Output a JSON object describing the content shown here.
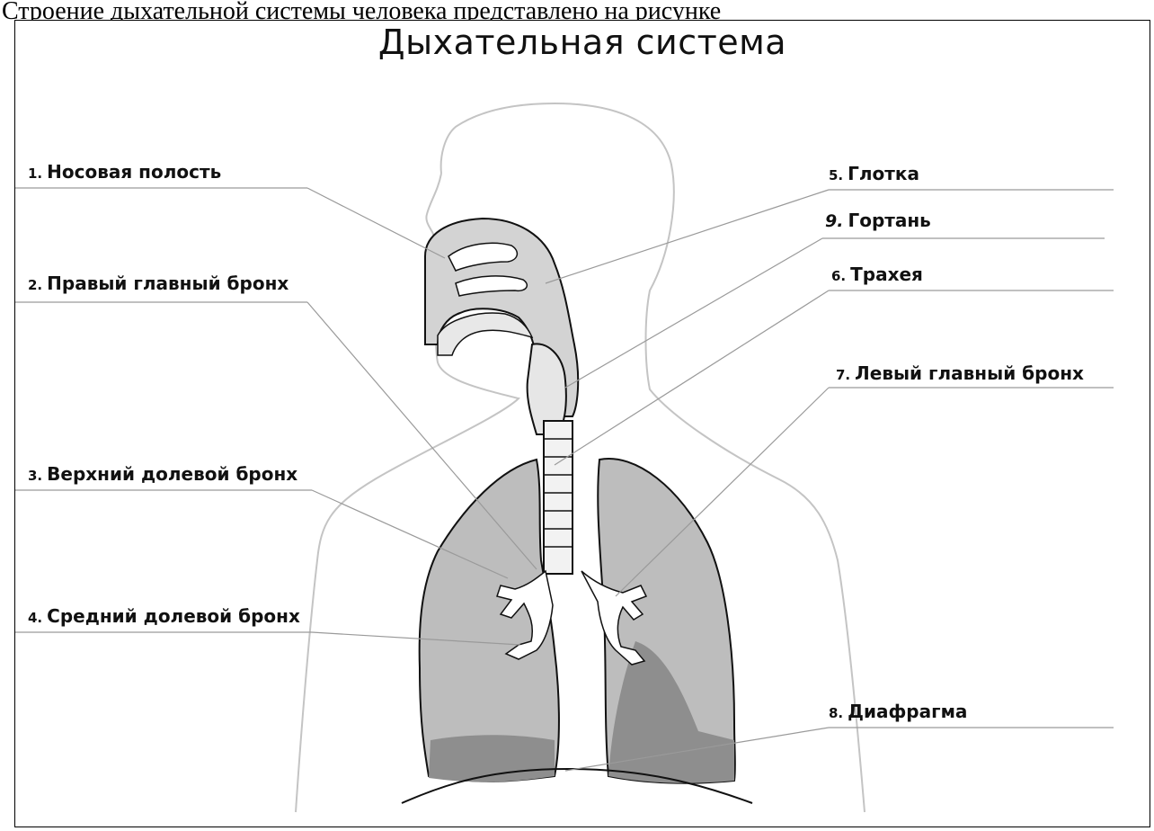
{
  "caption": "Строение дыхательной системы человека представлено на рисунке",
  "title": "Дыхательная система",
  "labels": [
    {
      "num": "1.",
      "text": "Носовая полость"
    },
    {
      "num": "2.",
      "text": "Правый главный бронх"
    },
    {
      "num": "3.",
      "text": "Верхний долевой бронх"
    },
    {
      "num": "4.",
      "text": "Средний долевой бронх"
    },
    {
      "num": "5.",
      "text": "Глотка"
    },
    {
      "num": "9.",
      "text": "Гортань"
    },
    {
      "num": "6.",
      "text": "Трахея"
    },
    {
      "num": "7.",
      "text": "Левый главный бронх"
    },
    {
      "num": "8.",
      "text": "Диафрагма"
    }
  ]
}
